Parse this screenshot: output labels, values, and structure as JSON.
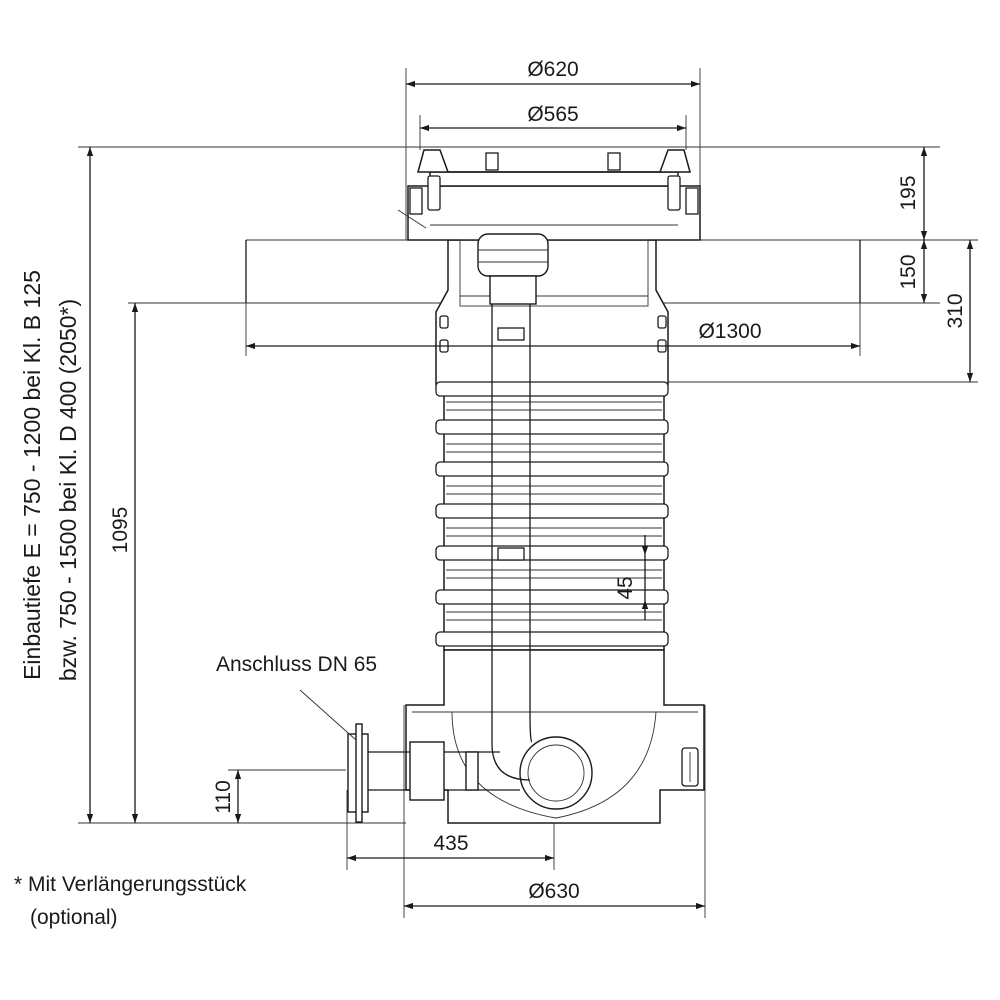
{
  "dimensions": {
    "d620": "Ø620",
    "d565": "Ø565",
    "h195": "195",
    "h150": "150",
    "h310": "310",
    "d1300": "Ø1300",
    "h1095": "1095",
    "h45": "45",
    "h110": "110",
    "w435": "435",
    "d630": "Ø630"
  },
  "labels": {
    "connection": "Anschluss DN 65",
    "depth_line1": "Einbautiefe E = 750 - 1200 bei Kl. B 125",
    "depth_line2": "bzw. 750 - 1500 bei Kl. D 400 (2050*)"
  },
  "footnote": {
    "line1": "* Mit Verlängerungsstück",
    "line2": "(optional)"
  }
}
